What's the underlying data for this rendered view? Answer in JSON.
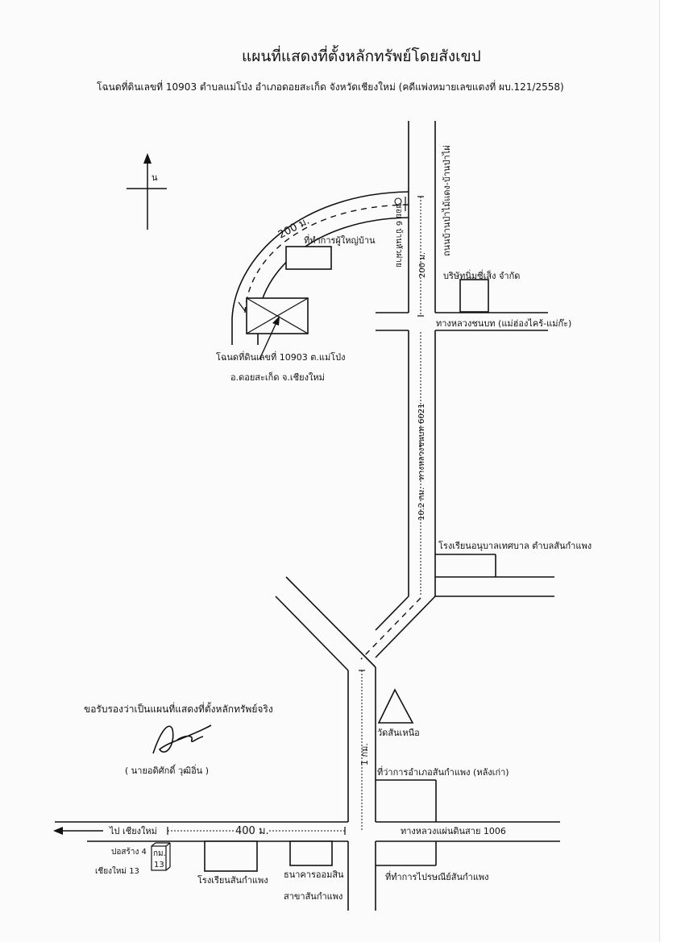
{
  "title": "แผนที่แสดงที่ตั้งหลักทรัพย์โดยสังเขป",
  "subtitle": "โฉนดที่ดินเลขที่ 10903  ตำบลแม่โป่ง  อำเภอดอยสะเก็ด จังหวัดเชียงใหม่  (คดีแพ่งหมายเลขแดงที่ ผบ.121/2558)",
  "north_label": "น",
  "roads": {
    "main_vertical": "ถนนบ้านป่าไม้แดง-บ้านป่าไผ่",
    "soi": "ซอย 6 บ้านหัวฝาย",
    "rural_road": "ทางหลวงชนบท (แม่ฮ่องไคร้-แม่ก๊ะ)",
    "highway_6021": "ทางหลวงชนบท 6021",
    "distance_6021": "10.2 กม.",
    "highway_1006": "ทางหลวงแผ่นดินสาย 1006",
    "to_chiangmai": "ไป เชียงใหม่"
  },
  "distances": {
    "curve": "200 ม.",
    "soi_len": "200 ม.",
    "south": "1 กม.",
    "west": "400 ม."
  },
  "places": {
    "headman_office": "ที่ทำการผู้ใหญ่บ้าน",
    "company": "บริษัทนิ่มซี่เส็ง จำกัด",
    "kindergarten": "โรงเรียนอนุบาลเทศบาล  ตำบลสันกำแพง",
    "temple": "วัดสันเหนือ",
    "old_district_office": "ที่ว่าการอำเภอสันกำแพง (หลังเก่า)",
    "school": "โรงเรียนสันกำแพง",
    "bank_line1": "ธนาคารออมสิน",
    "bank_line2": "สาขาสันกำแพง",
    "post_office": "ที่ทำการไปรษณีย์สันกำแพง",
    "km_marker_top": "กม.",
    "km_marker_num": "13",
    "km_left1": "ปอสร้าง 4",
    "km_left2": "เชียงใหม่ 13"
  },
  "property": {
    "line1": "โฉนดที่ดินเลขที่ 10903  ต.แม่โป่ง",
    "line2": "อ.ดอยสะเก็ด จ.เชียงใหม่"
  },
  "certification": {
    "statement": "ขอรับรองว่าเป็นแผนที่แสดงที่ตั้งหลักทรัพย์จริง",
    "name": "( นายอดิศักดิ์   วุฒิอิ่น )"
  }
}
